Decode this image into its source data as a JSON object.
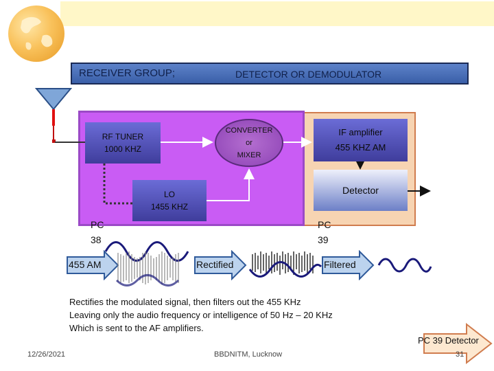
{
  "header": {
    "title_left": "RECEIVER GROUP;",
    "title_right": "DETECTOR OR DEMODULATOR"
  },
  "blocks": {
    "rf_tuner": [
      "RF TUNER",
      "1000 KHZ"
    ],
    "converter": [
      "CONVERTER",
      "or",
      "MIXER"
    ],
    "lo": [
      "LO",
      "1455 KHZ"
    ],
    "if_amplifier": [
      "IF amplifier",
      "455 KHZ AM"
    ],
    "detector": "Detector"
  },
  "pc_labels": {
    "pc38": [
      "PC",
      "38"
    ],
    "pc39": [
      "PC",
      "39"
    ]
  },
  "signals": {
    "am": "455 AM",
    "rectified": "Rectified",
    "filtered": "Filtered"
  },
  "body_lines": [
    "Rectifies the modulated signal, then filters out the 455 KHz",
    "Leaving only the audio frequency or intelligence of 50 Hz – 20 KHz",
    "Which is sent to the AF amplifiers."
  ],
  "nav": {
    "next_label": "PC 39 Detector"
  },
  "footer": {
    "date": "12/26/2021",
    "center": "BBDNITM, Lucknow",
    "page": "31"
  }
}
